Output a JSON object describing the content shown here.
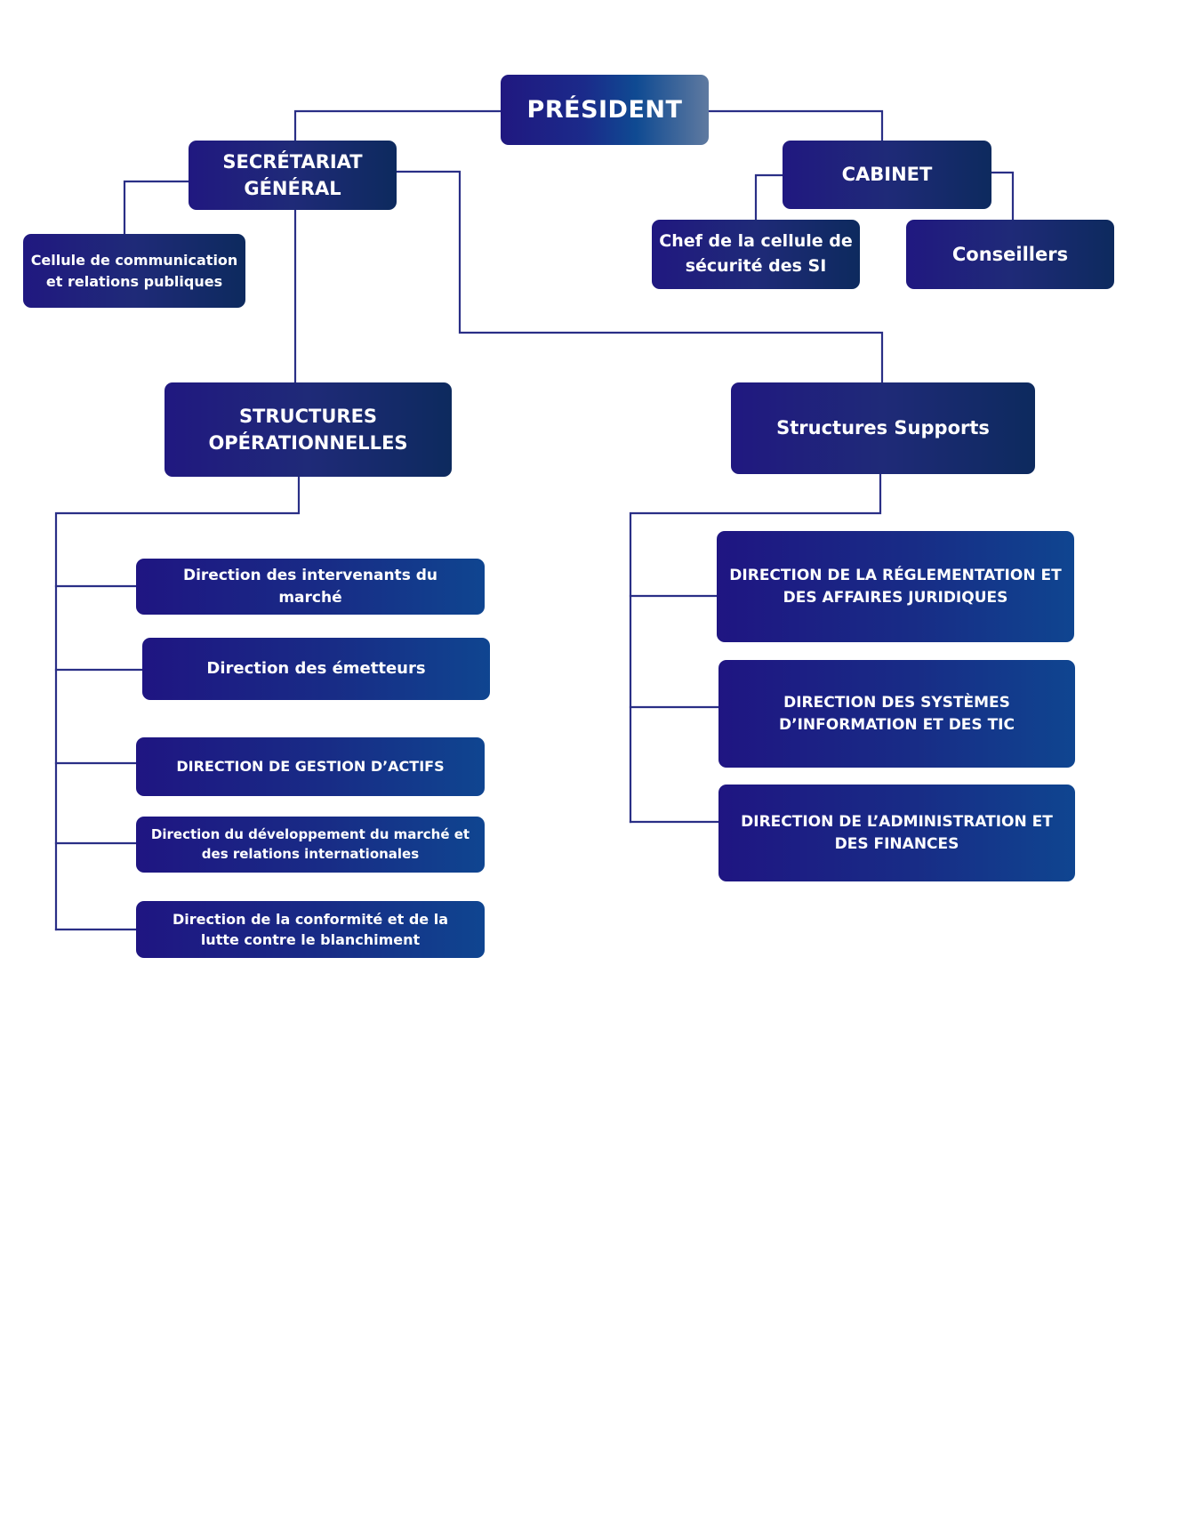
{
  "colors": {
    "connector": "#2a2f86",
    "box_start": "#201880",
    "box_end": "#0d2a5e",
    "director_end": "#0f4590",
    "president_end": "#5f7aa0",
    "text": "#ffffff"
  },
  "org": {
    "president": "PRÉSIDENT",
    "secretariat": "SECRÉTARIAT\nGÉNÉRAL",
    "cabinet": "CABINET",
    "cellule_communication": "Cellule de communication\net relations publiques",
    "chef_securite": "Chef de la cellule de\nsécurité des SI",
    "conseillers": "Conseillers",
    "structures_operationnelles": "STRUCTURES\nOPÉRATIONNELLES",
    "structures_supports": "Structures Supports",
    "operational_units": [
      "Direction des intervenants du\nmarché",
      "Direction des émetteurs",
      "DIRECTION DE GESTION D’ACTIFS",
      "Direction du développement du marché et\ndes relations internationales",
      "Direction de la conformité et de la\nlutte contre le blanchiment"
    ],
    "support_units": [
      "DIRECTION DE LA RÉGLEMENTATION ET\nDES AFFAIRES JURIDIQUES",
      "DIRECTION DES SYSTÈMES\nD’INFORMATION ET DES TIC",
      "DIRECTION DE L’ADMINISTRATION ET\nDES FINANCES"
    ]
  }
}
